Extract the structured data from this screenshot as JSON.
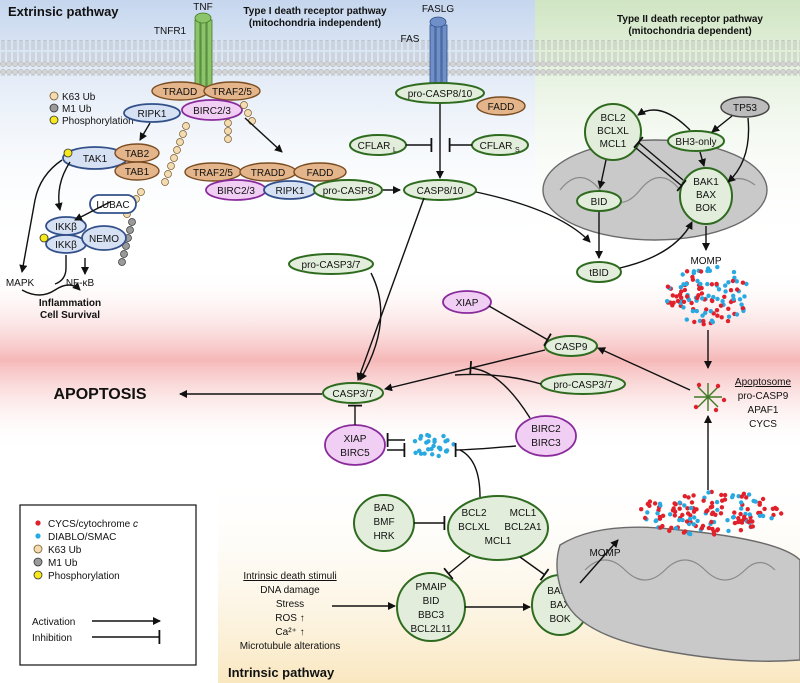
{
  "titles": {
    "extrinsic": "Extrinsic pathway",
    "type1_line1": "Type I death receptor pathway",
    "type1_line2": "(mitochondria independent)",
    "type2_line1": "Type II death receptor pathway",
    "type2_line2": "(mitochondria dependent)",
    "intrinsic": "Intrinsic pathway",
    "apoptosis": "APOPTOSIS"
  },
  "receptors": {
    "tnf": "TNF",
    "tnfr1": "TNFR1",
    "faslg": "FASLG",
    "fas": "FAS"
  },
  "legend_top": {
    "k63": "K63 Ub",
    "m1": "M1 Ub",
    "phos": "Phosphorylation"
  },
  "nodes": {
    "tradd": "TRADD",
    "traf25": "TRAF2/5",
    "ripk1": "RIPK1",
    "birc23": "BIRC2/3",
    "tak1": "TAK1",
    "tab2": "TAB2",
    "tab1": "TAB1",
    "lubac": "LUBAC",
    "ikkb1": "IKKβ",
    "ikkb2": "IKKβ",
    "nemo": "NEMO",
    "mapk": "MAPK",
    "nfkb": "NF-κB",
    "survival1": "Inflammation",
    "survival2": "Cell Survival",
    "traf25b": "TRAF2/5",
    "traddb": "TRADD",
    "faddb": "FADD",
    "birc23b": "BIRC2/3",
    "ripk1b": "RIPK1",
    "procasp8": "pro-CASP8",
    "procasp810": "pro-CASP8/10",
    "fadd": "FADD",
    "cflarl": "CFLAR",
    "cflarl_sub": "L",
    "cflars": "CFLAR",
    "cflars_sub": "S",
    "casp810": "CASP8/10",
    "procasp37a": "pro-CASP3/7",
    "casp37": "CASP3/7",
    "xiap_top": "XIAP",
    "casp9": "CASP9",
    "procasp37b": "pro-CASP3/7",
    "xiap_birc5_1": "XIAP",
    "xiap_birc5_2": "BIRC5",
    "birc2": "BIRC2",
    "birc3": "BIRC3",
    "bcl2_top1": "BCL2",
    "bcl2_top2": "BCLXL",
    "bcl2_top3": "MCL1",
    "tp53": "TP53",
    "bh3only": "BH3-only",
    "bid": "BID",
    "tbid": "tBID",
    "bak_top1": "BAK1",
    "bak_top2": "BAX",
    "bak_top3": "BOK",
    "momp_top": "MOMP",
    "apoptosome_title": "Apoptosome",
    "apoptosome1": "pro-CASP9",
    "apoptosome2": "APAF1",
    "apoptosome3": "CYCS",
    "bad1": "BAD",
    "bad2": "BMF",
    "bad3": "HRK",
    "bcl2b_1": "BCL2",
    "bcl2b_2": "MCL1",
    "bcl2b_3": "BCLXL",
    "bcl2b_4": "BCL2A1",
    "bcl2b_5": "MCL1",
    "pmaip1": "PMAIP",
    "pmaip2": "BID",
    "pmaip3": "BBC3",
    "pmaip4": "BCL2L11",
    "bak_bot1": "BAK1",
    "bak_bot2": "BAX",
    "bak_bot3": "BOK",
    "momp_bot": "MOMP"
  },
  "stimuli": {
    "title": "Intrinsic death stimuli",
    "items": [
      "DNA damage",
      "Stress",
      "ROS ↑",
      "Ca²⁺ ↑",
      "Microtubule alterations"
    ]
  },
  "legend_box": {
    "cycs": "CYCS/cytochrome",
    "cycs_c": "c",
    "diablo": "DIABLO/SMAC",
    "k63": "K63 Ub",
    "m1": "M1 Ub",
    "phos": "Phosphorylation",
    "activation": "Activation",
    "inhibition": "Inhibition"
  },
  "colors": {
    "cycs": "#e0202a",
    "diablo": "#29a9e1",
    "k63": "#f3dcb2",
    "m1": "#9a9a9a",
    "phos": "#f6e81a",
    "green_node": "#e2eedb",
    "orange_node": "#e4b58a",
    "purple_node": "#f1cff4",
    "blue_node": "#d6e1f3"
  }
}
